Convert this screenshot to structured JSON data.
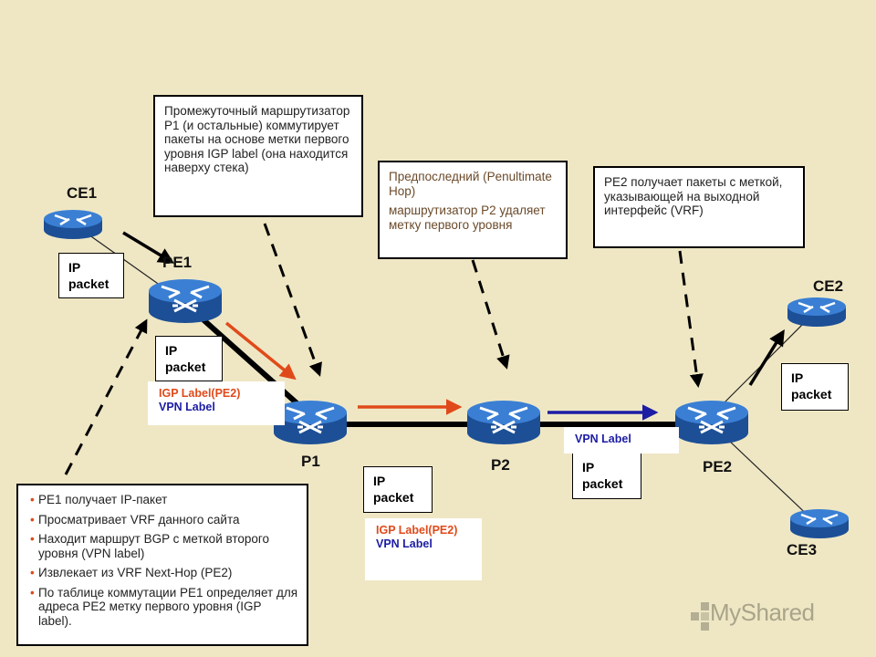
{
  "nodes": {
    "ce1": "CE1",
    "pe1": "PE1",
    "p1": "P1",
    "p2": "P2",
    "pe2": "PE2",
    "ce2": "CE2",
    "ce3": "CE3"
  },
  "notes": {
    "p1_note": "Промежуточный маршрутизатор P1 (и остальные) коммутирует пакеты на основе метки первого уровня IGP label (она находится наверху стека)",
    "p2_note_1": "Предпоследний (Penultimate Hop)",
    "p2_note_2": "маршрутизатор P2 удаляет метку первого уровня",
    "pe2_note": "PE2 получает пакеты с меткой, указывающей на выходной интерфейс (VRF)"
  },
  "pe1_steps": [
    "PE1 получает IP-пакет",
    "Просматривает VRF данного сайта",
    "Находит маршрут BGP с  меткой второго уровня (VPN label)",
    "Извлекает из VRF Next-Hop (PE2)",
    "По таблице коммутации PE1 определяет для адреса PE2 метку первого уровня (IGP label)."
  ],
  "packets": {
    "ip_packet": "IP packet"
  },
  "labels": {
    "igp_pe2": "IGP Label(PE2)",
    "vpn_label": "VPN Label"
  },
  "colors": {
    "background": "#efe7c4",
    "router": "#2f6fc4",
    "igp_arrow": "#e04a1a",
    "vpn_arrow": "#1c1ca4"
  },
  "watermark": "MyShared"
}
